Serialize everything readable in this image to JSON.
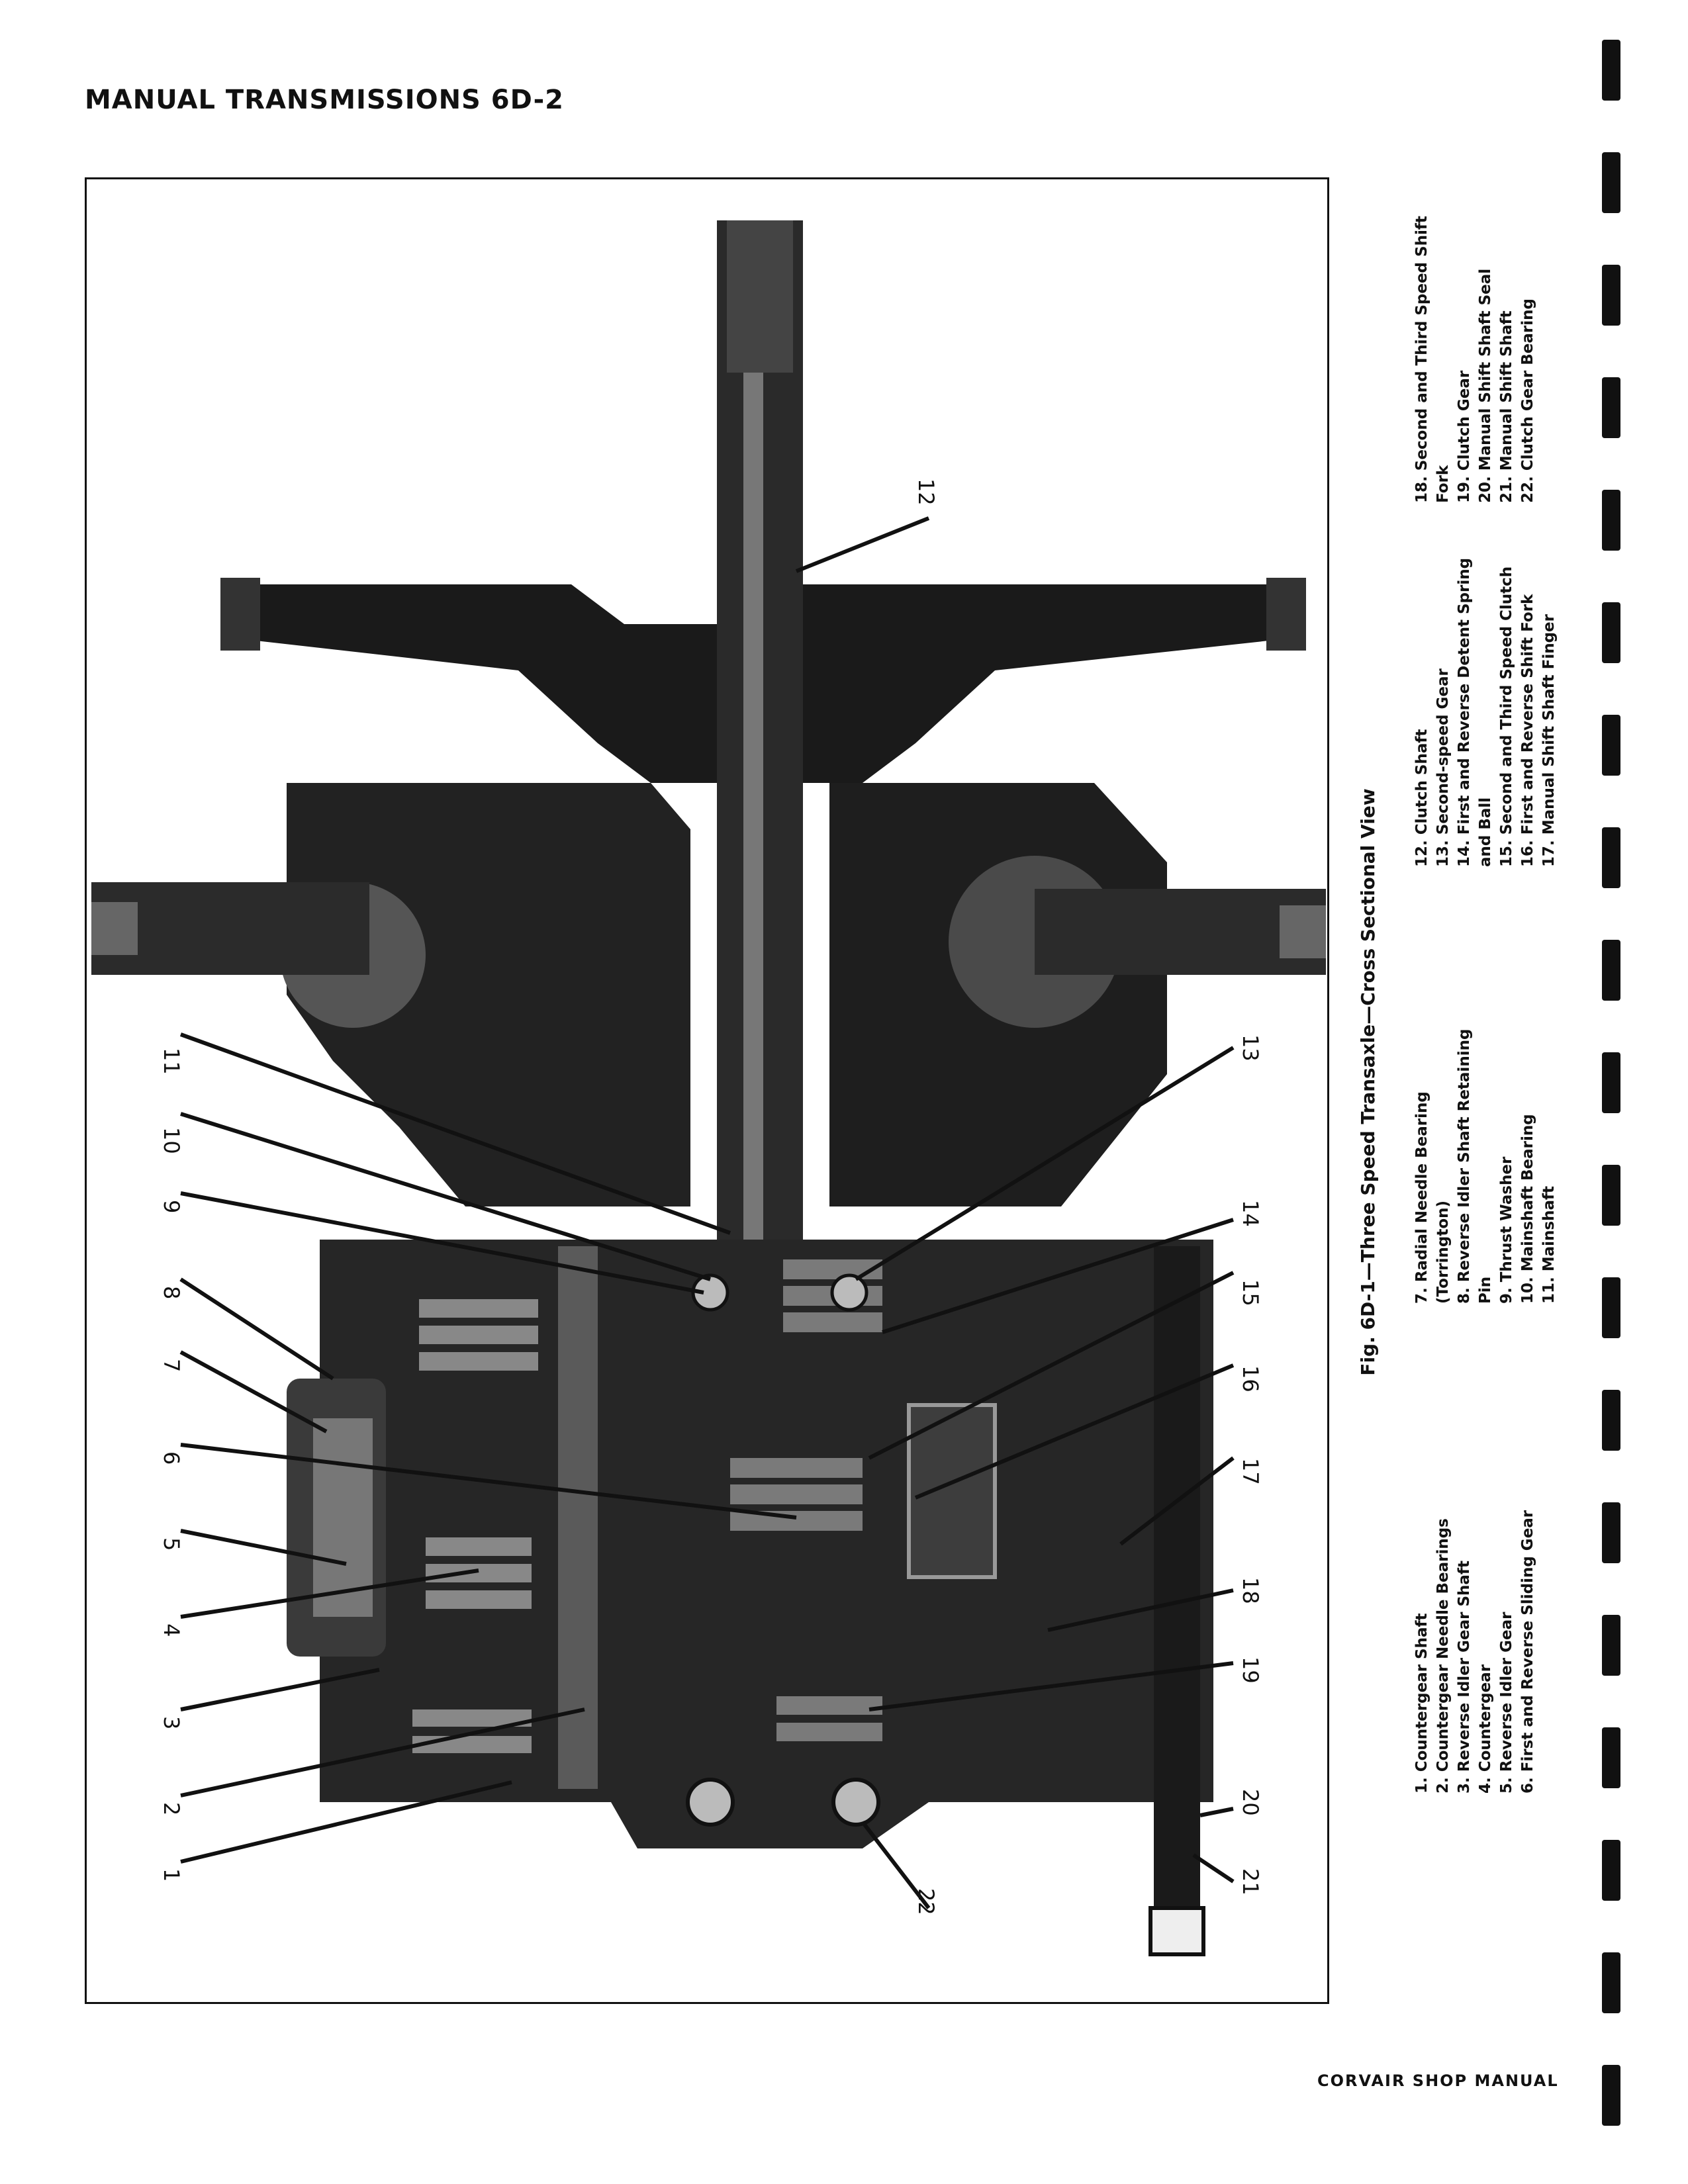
{
  "header": {
    "title": "MANUAL TRANSMISSIONS 6D-2"
  },
  "figure": {
    "caption": "Fig. 6D-1—Three Speed Transaxle—Cross Sectional View",
    "callouts": [
      "1",
      "2",
      "3",
      "4",
      "5",
      "6",
      "7",
      "8",
      "9",
      "10",
      "11",
      "12",
      "13",
      "14",
      "15",
      "16",
      "17",
      "18",
      "19",
      "20",
      "21",
      "22"
    ],
    "legend": {
      "col1": [
        "1.  Countergear Shaft",
        "2.  Countergear Needle Bearings",
        "3.  Reverse Idler Gear Shaft",
        "4.  Countergear",
        "5.  Reverse Idler Gear",
        "6.  First and Reverse Sliding Gear"
      ],
      "col2": [
        "7.  Radial Needle Bearing",
        "      (Torrington)",
        "8.  Reverse Idler Shaft Retaining",
        "      Pin",
        "9.  Thrust Washer",
        "10. Mainshaft Bearing",
        "11. Mainshaft"
      ],
      "col3": [
        "12. Clutch Shaft",
        "13. Second-speed Gear",
        "14. First and Reverse Detent Spring",
        "      and Ball",
        "15. Second and Third Speed Clutch",
        "16. First and Reverse Shift Fork",
        "17. Manual Shift Shaft Finger"
      ],
      "col4": [
        "18. Second and Third Speed Shift",
        "      Fork",
        "19. Clutch Gear",
        "20. Manual Shift Shaft Seal",
        "21. Manual Shift Shaft",
        "22. Clutch Gear Bearing"
      ]
    }
  },
  "footer": {
    "text": "CORVAIR SHOP MANUAL"
  }
}
